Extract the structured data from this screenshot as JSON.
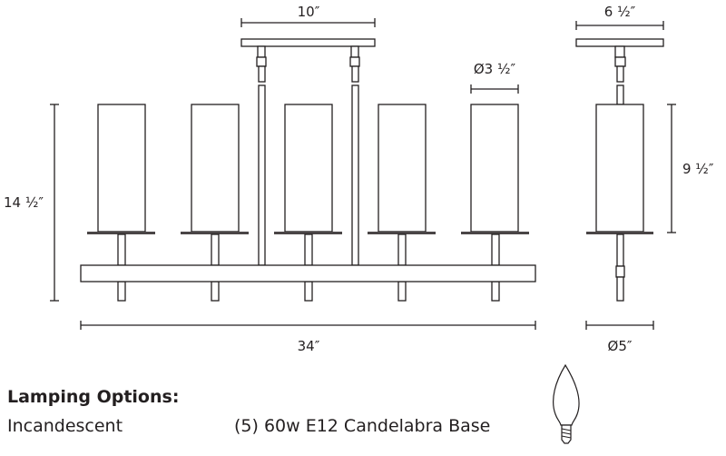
{
  "dimensions": {
    "canopy_width": "10″",
    "shade_diameter": "Ø3 ½″",
    "overall_height": "14 ½″",
    "overall_length": "34″",
    "side_canopy_width": "6 ½″",
    "shade_height": "9 ½″",
    "side_diameter": "Ø5″"
  },
  "lamping": {
    "heading": "Lamping Options:",
    "type": "Incandescent",
    "spec": "(5) 60w E12 Candelabra Base",
    "icon": "candelabra-bulb-icon"
  }
}
